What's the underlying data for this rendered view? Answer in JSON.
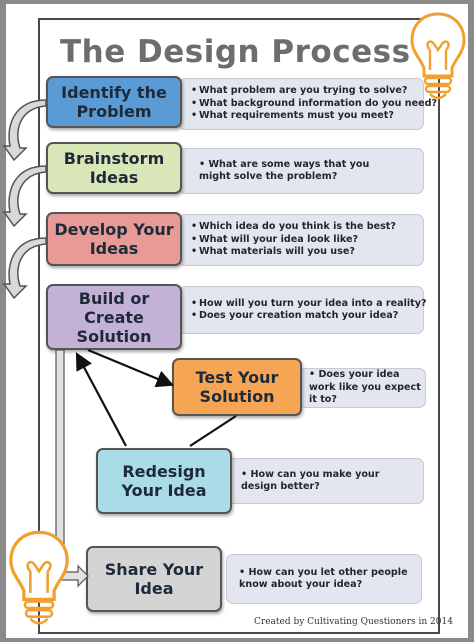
{
  "title": "The Design Process",
  "steps": [
    {
      "label": "Identify the Problem",
      "questions": [
        "What problem are you trying to solve?",
        "What background information do you need?",
        "What requirements must you meet?"
      ]
    },
    {
      "label": "Brainstorm Ideas",
      "questions": [
        "What are some ways that you might solve the problem?"
      ]
    },
    {
      "label": "Develop Your Ideas",
      "questions": [
        "Which idea do you think is the best?",
        "What will your idea look like?",
        "What materials will you use?"
      ]
    },
    {
      "label": "Build or Create Solution",
      "questions": [
        "How will you turn your idea into a reality?",
        "Does your creation match your idea?"
      ]
    },
    {
      "label": "Test Your Solution",
      "questions": [
        "Does your idea work like you expect it to?"
      ]
    },
    {
      "label": "Redesign Your Idea",
      "questions": [
        "How can you make your design better?"
      ]
    },
    {
      "label": "Share Your Idea",
      "questions": [
        "How can you let other people know about your idea?"
      ]
    }
  ],
  "credit": "Created by Cultivating Questioners in 2014",
  "colors": {
    "identify": "#5b9bd5",
    "brainstorm": "#d8e6b8",
    "develop": "#e89a96",
    "build": "#c3b1d6",
    "test": "#f6a555",
    "redesign": "#a9dce6",
    "share": "#d4d4d4",
    "question_box": "#e4e6ef",
    "title": "#6d6d6d",
    "bulb": "#f0a030"
  },
  "icons": [
    "lightbulb-icon",
    "lightbulb-icon",
    "curved-arrow-icon"
  ]
}
